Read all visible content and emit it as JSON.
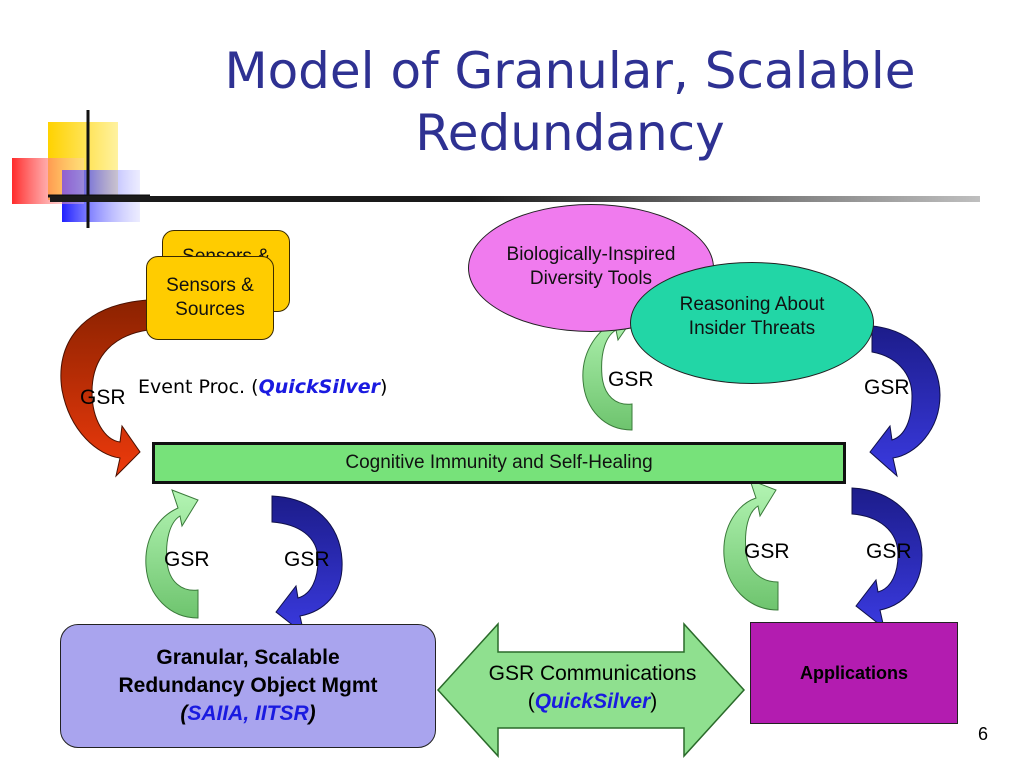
{
  "title": {
    "line1": "Model of Granular, Scalable",
    "line2": "Redundancy"
  },
  "sensors": {
    "back_label_line1": "Sensors &",
    "front_label_line1": "Sensors &",
    "front_label_line2": "Sources"
  },
  "event_proc": {
    "prefix": "Event Proc. (",
    "emph": "QuickSilver",
    "suffix": ")"
  },
  "bio": {
    "line1": "Biologically-Inspired",
    "line2": "Diversity Tools"
  },
  "reasoning": {
    "line1": "Reasoning About",
    "line2": "Insider Threats"
  },
  "cognitive": {
    "label": "Cognitive Immunity and Self-Healing"
  },
  "gsr": {
    "label": "GSR"
  },
  "granular": {
    "line1": "Granular, Scalable",
    "line2": "Redundancy Object Mgmt",
    "open": "(",
    "emph": "SAIIA, IITSR",
    "close": ")"
  },
  "communications": {
    "line1": "GSR Communications",
    "open": "(",
    "emph": "QuickSilver",
    "close": ")"
  },
  "applications": {
    "label": "Applications"
  },
  "slide_number": "6",
  "colors": {
    "title": "#2e3192",
    "sensor": "#ffcc00",
    "bio": "#f07bee",
    "reasoning": "#22d6a6",
    "cognitive": "#77e27a",
    "granular": "#a9a4ee",
    "applications": "#b31cb0",
    "arrow_green": "#8fe08f",
    "arrow_blue": "#2a2ab5",
    "arrow_red": "#c8300a",
    "emphasis": "#1a1ae0"
  }
}
